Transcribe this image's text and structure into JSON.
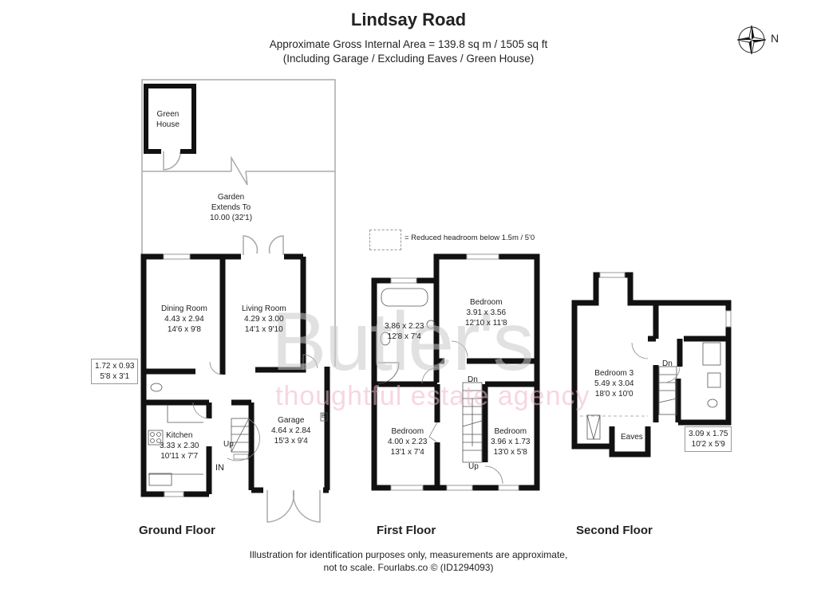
{
  "header": {
    "title": "Lindsay Road",
    "area_line": "Approximate Gross Internal Area = 139.8 sq m / 1505 sq ft",
    "inclusion_line": "(Including Garage / Excluding Eaves / Green House)"
  },
  "compass": {
    "icon": "compass-rose-icon",
    "label": "N"
  },
  "watermark": {
    "brand": "Butler's",
    "tagline": "thoughtful estate agency",
    "brand_color": "#c9c9c9",
    "tagline_color": "#f0b8c6"
  },
  "legend": {
    "text": "= Reduced headroom below 1.5m / 5'0"
  },
  "floors": {
    "ground": {
      "label": "Ground Floor",
      "rooms": [
        {
          "name": "Green House",
          "lines": [
            "Green",
            "House"
          ]
        },
        {
          "name": "Garden",
          "lines": [
            "Garden",
            "Extends To",
            "10.00 (32'1)"
          ]
        },
        {
          "name": "Dining Room",
          "lines": [
            "Dining Room",
            "4.43 x 2.94",
            "14'6 x 9'8"
          ]
        },
        {
          "name": "Living Room",
          "lines": [
            "Living Room",
            "4.29 x 3.00",
            "14'1 x 9'10"
          ]
        },
        {
          "name": "Kitchen",
          "lines": [
            "Kitchen",
            "3.33 x 2.30",
            "10'11 x 7'7"
          ]
        },
        {
          "name": "Garage",
          "lines": [
            "Garage",
            "4.64 x 2.84",
            "15'3 x 9'4"
          ]
        }
      ],
      "callout": [
        "1.72 x 0.93",
        "5'8 x 3'1"
      ],
      "stair_label": "Up",
      "entrance_label": "IN",
      "boiler_label": "B"
    },
    "first": {
      "label": "First Floor",
      "rooms": [
        {
          "name": "Bathroom",
          "lines": [
            "3.86 x 2.23",
            "12'8 x 7'4"
          ]
        },
        {
          "name": "Bedroom",
          "lines": [
            "Bedroom",
            "3.91 x 3.56",
            "12'10 x 11'8"
          ]
        },
        {
          "name": "Bedroom",
          "lines": [
            "Bedroom",
            "4.00 x 2.23",
            "13'1 x 7'4"
          ]
        },
        {
          "name": "Bedroom",
          "lines": [
            "Bedroom",
            "3.96 x 1.73",
            "13'0 x 5'8"
          ]
        }
      ],
      "stair_down": "Dn",
      "stair_up": "Up"
    },
    "second": {
      "label": "Second Floor",
      "rooms": [
        {
          "name": "Bedroom 3",
          "lines": [
            "Bedroom 3",
            "5.49 x 3.04",
            "18'0 x 10'0"
          ]
        },
        {
          "name": "Eaves",
          "lines": [
            "Eaves"
          ]
        }
      ],
      "callout": [
        "3.09 x 1.75",
        "10'2 x 5'9"
      ],
      "stair_down": "Dn"
    }
  },
  "footer": {
    "line1": "Illustration for identification purposes only, measurements are approximate,",
    "line2": "not to scale. Fourlabs.co © (ID1294093)"
  }
}
